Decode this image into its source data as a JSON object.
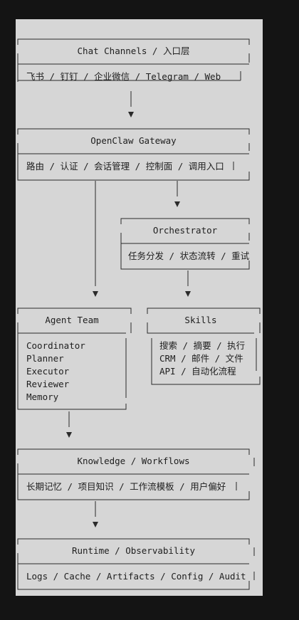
{
  "diagram": {
    "chat_channels": {
      "title": "Chat Channels / 入口层",
      "row": "飞书 / 钉钉 / 企业微信 / Telegram / Web"
    },
    "gateway": {
      "title": "OpenClaw Gateway",
      "row": "路由 / 认证 / 会话管理 / 控制面 / 调用入口"
    },
    "orchestrator": {
      "title": "Orchestrator",
      "row": "任务分发 / 状态流转 / 重试"
    },
    "agent_team": {
      "title": "Agent Team",
      "items": [
        "Coordinator",
        "Planner",
        "Executor",
        "Reviewer",
        "Memory"
      ]
    },
    "skills": {
      "title": "Skills",
      "items": [
        "搜索 / 摘要 / 执行",
        "CRM / 邮件 / 文件",
        "API / 自动化流程"
      ]
    },
    "knowledge": {
      "title": "Knowledge / Workflows",
      "row": "长期记忆 / 项目知识 / 工作流模板 / 用户偏好"
    },
    "runtime": {
      "title": "Runtime / Observability",
      "row": "Logs / Cache / Artifacts / Config / Audit"
    }
  }
}
